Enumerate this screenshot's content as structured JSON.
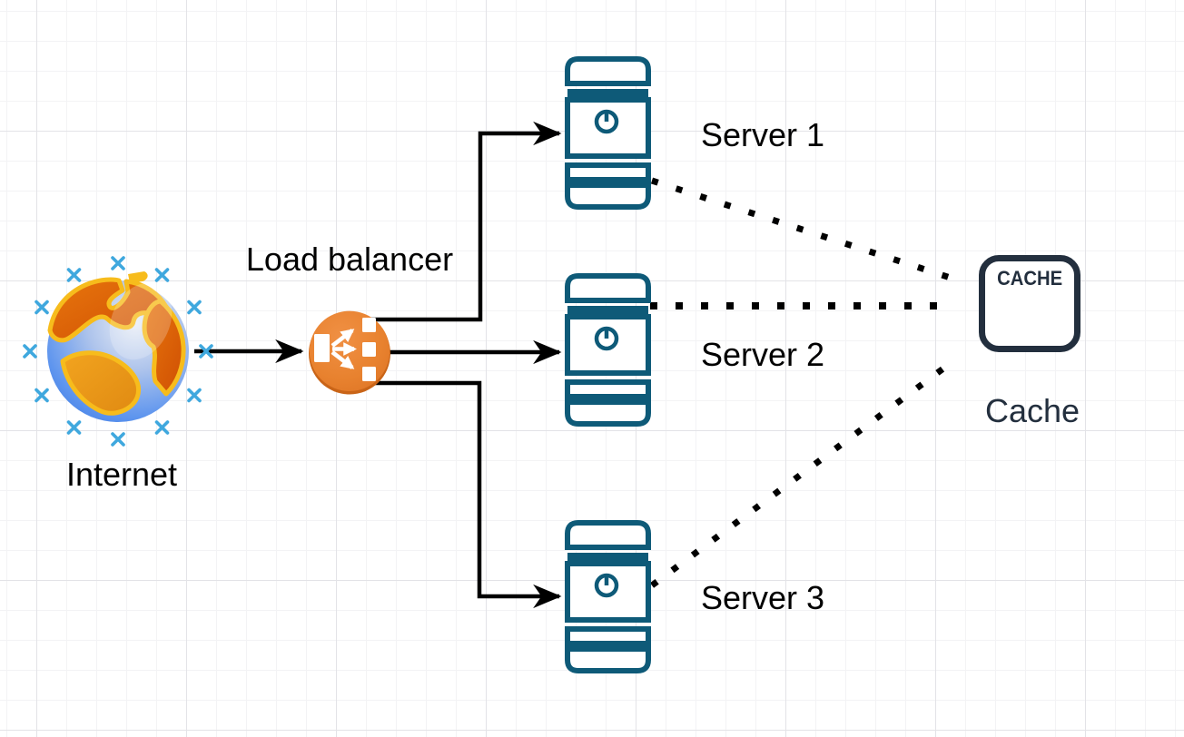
{
  "diagram": {
    "type": "architecture-diagram",
    "nodes": {
      "internet": {
        "label": "Internet",
        "icon": "globe-icon"
      },
      "load_balancer": {
        "label": "Load balancer",
        "icon": "load-balancer-icon"
      },
      "server1": {
        "label": "Server 1",
        "icon": "server-tower-icon"
      },
      "server2": {
        "label": "Server 2",
        "icon": "server-tower-icon"
      },
      "server3": {
        "label": "Server 3",
        "icon": "server-tower-icon"
      },
      "cache": {
        "label": "Cache",
        "box_text": "CACHE",
        "icon": "cache-box-icon"
      }
    },
    "edges": [
      {
        "from": "internet",
        "to": "load_balancer",
        "style": "solid",
        "arrow": true
      },
      {
        "from": "load_balancer",
        "to": "server1",
        "style": "solid",
        "arrow": true
      },
      {
        "from": "load_balancer",
        "to": "server2",
        "style": "solid",
        "arrow": true
      },
      {
        "from": "load_balancer",
        "to": "server3",
        "style": "solid",
        "arrow": true
      },
      {
        "from": "server1",
        "to": "cache",
        "style": "dotted",
        "arrow": false
      },
      {
        "from": "server2",
        "to": "cache",
        "style": "dotted",
        "arrow": false
      },
      {
        "from": "server3",
        "to": "cache",
        "style": "dotted",
        "arrow": false
      }
    ],
    "colors": {
      "edge": "#000000",
      "server_stroke": "#0e5a78",
      "cache_stroke": "#232f3e",
      "lb_orange": "#e67f2f",
      "lb_orange_dark": "#c96417",
      "globe_ocean_blue": "#2e6fe0",
      "globe_land_orange": "#d95b0a",
      "globe_coast_gold": "#f7bc1c",
      "x_mark_blue": "#3fa8de",
      "grid_minor": "#f3f3f5",
      "grid_major": "#e3e3e7"
    }
  }
}
